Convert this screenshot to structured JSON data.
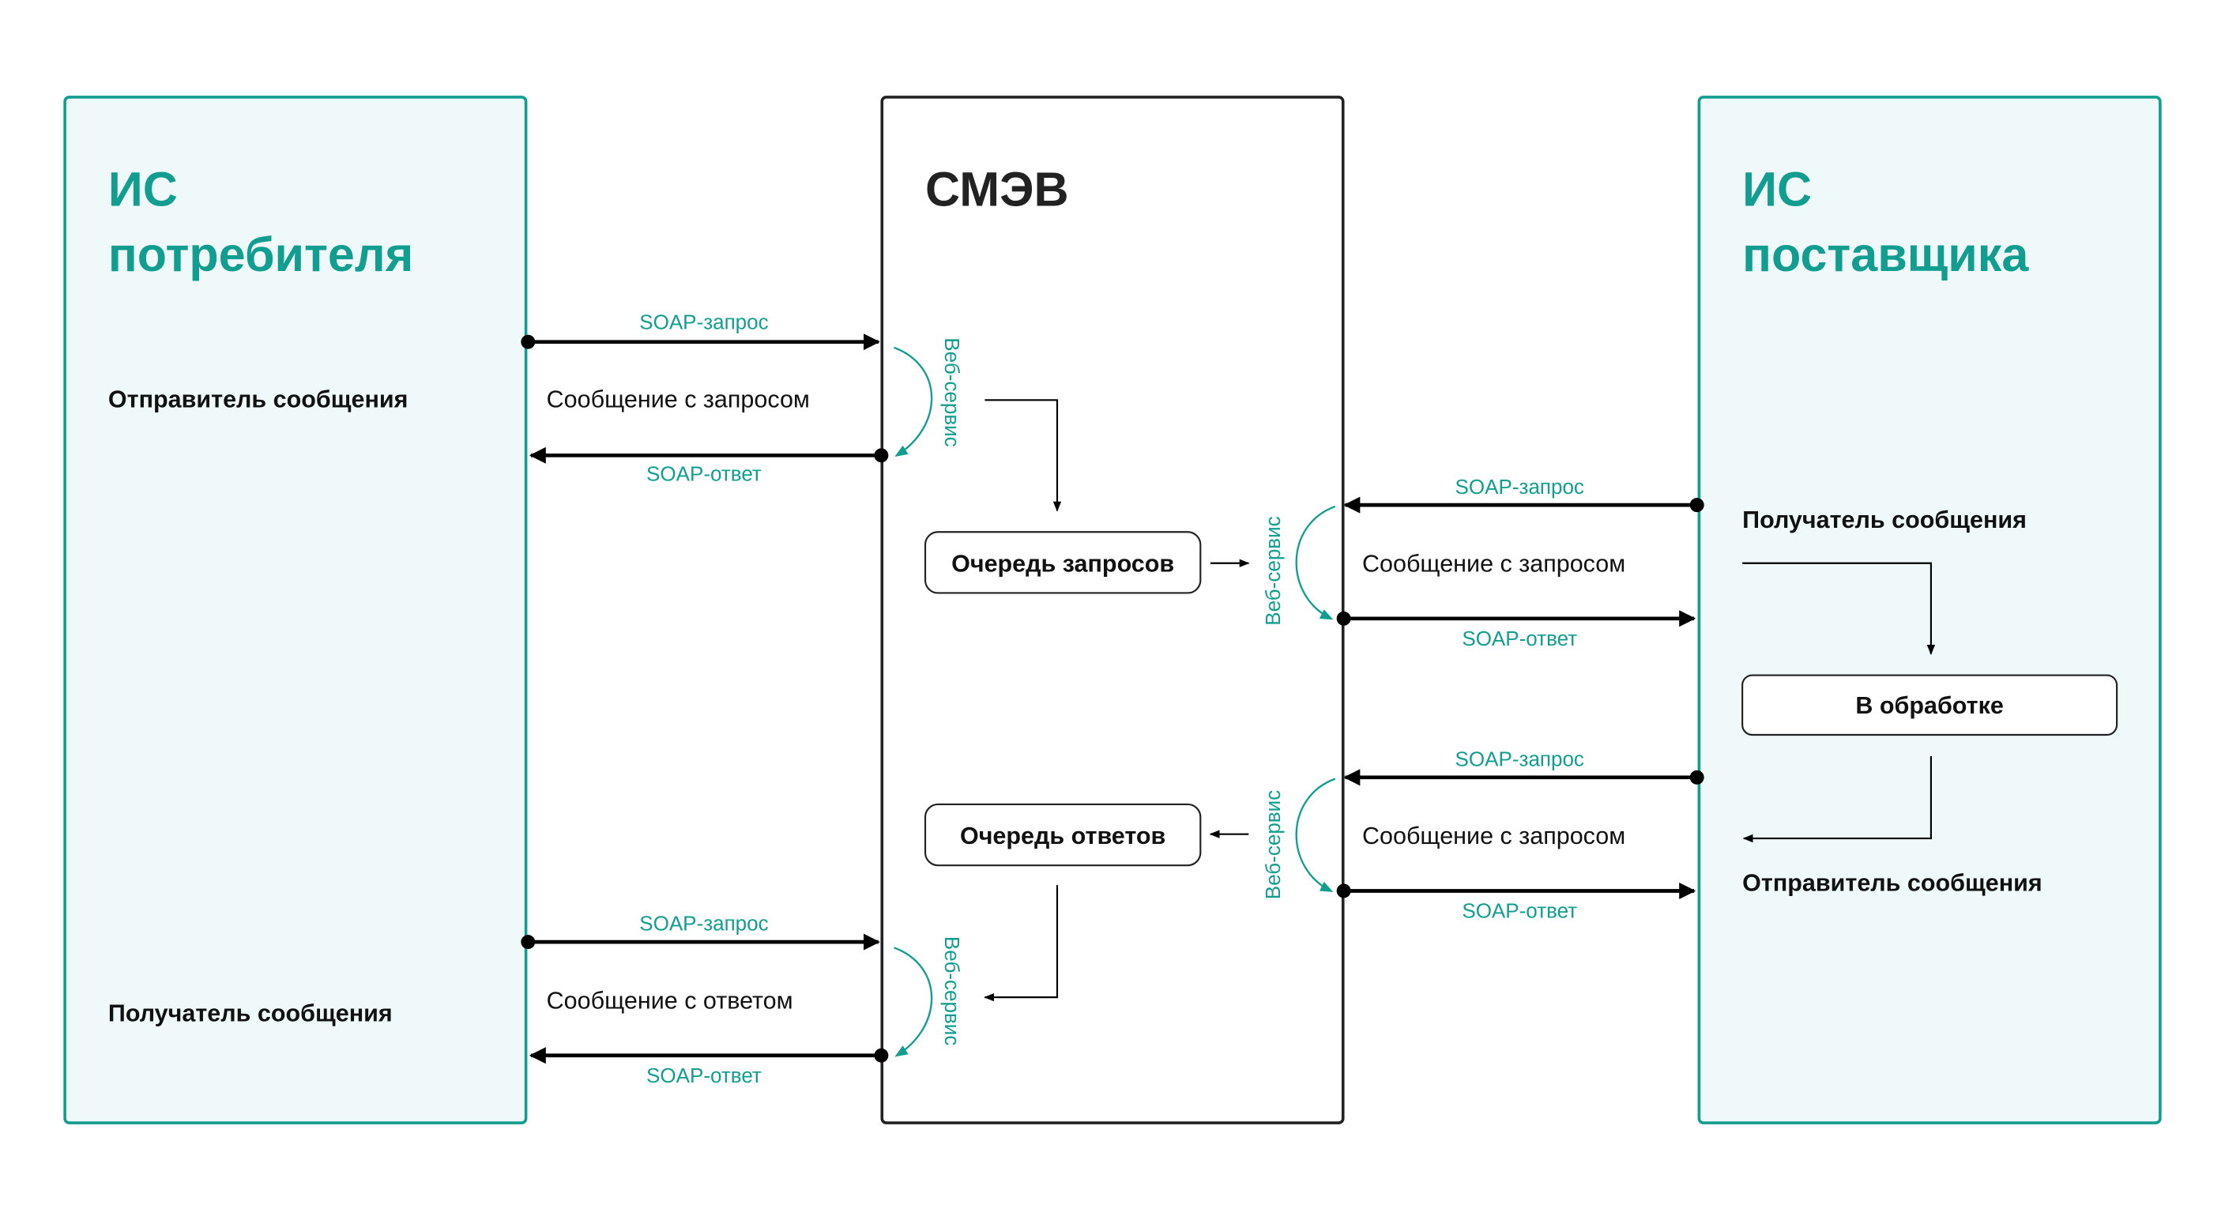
{
  "diagram": {
    "colors": {
      "accent": "#119e90",
      "accent_fill": "#f0f9f9",
      "dark": "#222222"
    },
    "consumer": {
      "title_line1": "ИС",
      "title_line2": "потребителя",
      "sender_label": "Отправитель сообщения",
      "receiver_label": "Получатель сообщения"
    },
    "smev": {
      "title": "СМЭВ",
      "request_queue": "Очередь запросов",
      "response_queue": "Очередь ответов"
    },
    "provider": {
      "title_line1": "ИС",
      "title_line2": "поставщика",
      "receiver_label": "Получатель сообщения",
      "processing_label": "В обработке",
      "sender_label": "Отправитель сообщения"
    },
    "exchanges": [
      {
        "soap_request": "SOAP-запрос",
        "message": "Сообщение с запросом",
        "soap_response": "SOAP-ответ",
        "web_service": "Веб-сервис"
      },
      {
        "soap_request": "SOAP-запрос",
        "message": "Сообщение с запросом",
        "soap_response": "SOAP-ответ",
        "web_service": "Веб-сервис"
      },
      {
        "soap_request": "SOAP-запрос",
        "message": "Сообщение с запросом",
        "soap_response": "SOAP-ответ",
        "web_service": "Веб-сервис"
      },
      {
        "soap_request": "SOAP-запрос",
        "message": "Сообщение с ответом",
        "soap_response": "SOAP-ответ",
        "web_service": "Веб-сервис"
      }
    ]
  }
}
